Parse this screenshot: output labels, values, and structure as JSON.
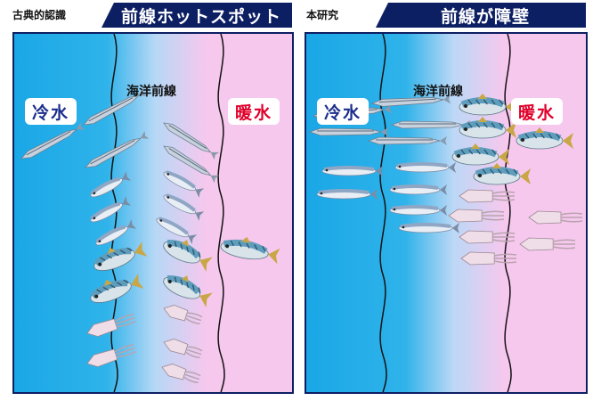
{
  "left": {
    "tag": "古典的認識",
    "title": "前線ホットスポット",
    "front_label": "海洋前線",
    "cold_label": "冷水",
    "warm_label": "暖水"
  },
  "right": {
    "tag": "本研究",
    "title": "前線が障壁",
    "front_label": "海洋前線",
    "cold_label": "冷水",
    "warm_label": "暖水"
  },
  "colors": {
    "cold": "#1aa7e6",
    "warm": "#f6c8ee",
    "frame": "#0d1f63",
    "cold_text": "#1b2e8c",
    "warm_text": "#e0002a",
    "saury": "#c7d2de",
    "sardine": "#8fa6c4",
    "mackerel": "#5f9dbd",
    "squid": "#efdde7"
  }
}
